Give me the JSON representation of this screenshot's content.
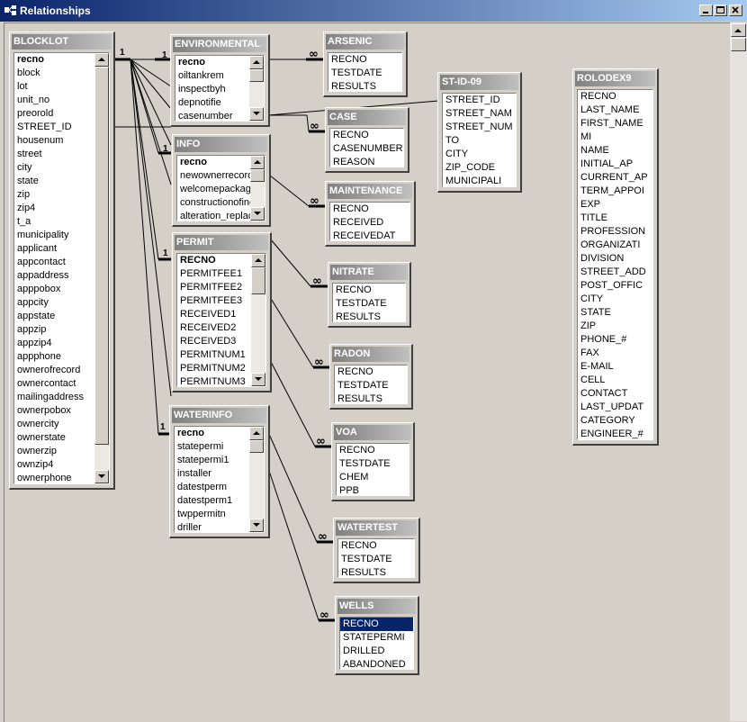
{
  "window": {
    "title": "Relationships"
  },
  "tables": {
    "blocklot": {
      "title": "BLOCKLOT",
      "fields": [
        "recno",
        "block",
        "lot",
        "unit_no",
        "preorold",
        "STREET_ID",
        "housenum",
        "street",
        "city",
        "state",
        "zip",
        "zip4",
        "t_a",
        "municipality",
        "applicant",
        "appcontact",
        "appaddress",
        "apppobox",
        "appcity",
        "appstate",
        "appzip",
        "appzip4",
        "appphone",
        "ownerofrecord",
        "ownercontact",
        "mailingaddress",
        "ownerpobox",
        "ownercity",
        "ownerstate",
        "ownerzip",
        "ownzip4",
        "ownerphone"
      ]
    },
    "environmental": {
      "title": "ENVIRONMENTAL",
      "fields": [
        "recno",
        "oiltankrem",
        "inspectbyh",
        "depnotifie",
        "casenumber"
      ]
    },
    "info": {
      "title": "INFO",
      "fields": [
        "recno",
        "newownerrecord",
        "welcomepackage",
        "constructionofinc",
        "alteration_replac"
      ]
    },
    "permit": {
      "title": "PERMIT",
      "fields": [
        "RECNO",
        "PERMITFEE1",
        "PERMITFEE2",
        "PERMITFEE3",
        "RECEIVED1",
        "RECEIVED2",
        "RECEIVED3",
        "PERMITNUM1",
        "PERMITNUM2",
        "PERMITNUM3"
      ]
    },
    "waterinfo": {
      "title": "WATERINFO",
      "fields": [
        "recno",
        "statepermi",
        "statepermi1",
        "installer",
        "datestperm",
        "datestperm1",
        "twppermitn",
        "driller"
      ]
    },
    "arsenic": {
      "title": "ARSENIC",
      "fields": [
        "RECNO",
        "TESTDATE",
        "RESULTS"
      ]
    },
    "case": {
      "title": "CASE",
      "fields": [
        "RECNO",
        "CASENUMBER",
        "REASON"
      ]
    },
    "maintenance": {
      "title": "MAINTENANCE",
      "fields": [
        "RECNO",
        "RECEIVED",
        "RECEIVEDAT"
      ]
    },
    "nitrate": {
      "title": "NITRATE",
      "fields": [
        "RECNO",
        "TESTDATE",
        "RESULTS"
      ]
    },
    "radon": {
      "title": "RADON",
      "fields": [
        "RECNO",
        "TESTDATE",
        "RESULTS"
      ]
    },
    "voa": {
      "title": "VOA",
      "fields": [
        "RECNO",
        "TESTDATE",
        "CHEM",
        "PPB"
      ]
    },
    "watertest": {
      "title": "WATERTEST",
      "fields": [
        "RECNO",
        "TESTDATE",
        "RESULTS"
      ]
    },
    "wells": {
      "title": "WELLS",
      "fields": [
        "RECNO",
        "STATEPERMI",
        "DRILLED",
        "ABANDONED"
      ]
    },
    "st_id_09": {
      "title": "ST-ID-09",
      "fields": [
        "STREET_ID",
        "STREET_NAM",
        "STREET_NUM",
        "TO",
        "CITY",
        "ZIP_CODE",
        "MUNICIPALI"
      ]
    },
    "rolodex9": {
      "title": "ROLODEX9",
      "fields": [
        "RECNO",
        "LAST_NAME",
        "FIRST_NAME",
        "MI",
        "NAME",
        "INITIAL_AP",
        "CURRENT_AP",
        "TERM_APPOI",
        "EXP",
        "TITLE",
        "PROFESSION",
        "ORGANIZATI",
        "DIVISION",
        "STREET_ADD",
        "POST_OFFIC",
        "CITY",
        "STATE",
        "ZIP",
        "PHONE_#",
        "FAX",
        "E-MAIL",
        "CELL",
        "CONTACT",
        "LAST_UPDAT",
        "CATEGORY",
        "ENGINEER_#"
      ]
    }
  },
  "cardinality": {
    "one": "1",
    "many": "∞"
  }
}
